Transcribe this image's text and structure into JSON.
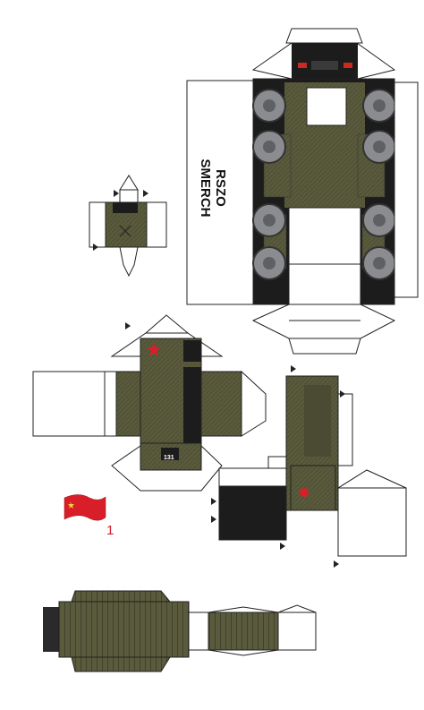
{
  "model": {
    "title": "RSZO SMERCH",
    "sheet_number": "1",
    "plate_number": "131"
  },
  "colors": {
    "olive": "#5a5b3c",
    "olive_dark": "#45462c",
    "olive_light": "#6b6c48",
    "black": "#1c1c1c",
    "tire": "#8a8c90",
    "flag_red": "#d81e28",
    "star_red": "#d81e28",
    "accent_red": "#d0202a"
  },
  "icons": {
    "flag": "soviet-flag-icon",
    "star": "red-star-icon",
    "glue_mark": "glue-tab-arrow-icon"
  }
}
